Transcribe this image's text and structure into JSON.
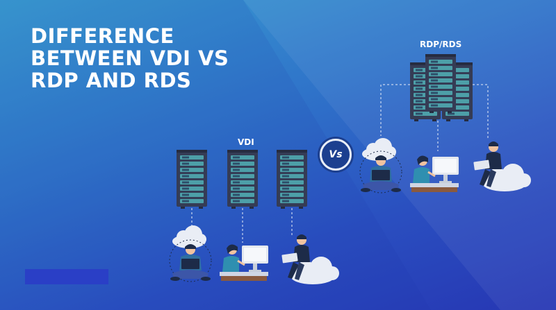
{
  "title": {
    "lines": [
      "DIFFERENCE",
      "BETWEEN VDI VS",
      "RDP AND RDS"
    ]
  },
  "labels": {
    "vdi": "VDI",
    "rdp_rds": "RDP/RDS",
    "versus": "Vs"
  },
  "colors": {
    "background_top": "#3a9fd2",
    "background_bottom": "#2636b3",
    "server_body": "#353c55",
    "server_slot": "#4d9fa8",
    "badge": "#1c3f8f",
    "person_shirt": "#2f6fa0",
    "person_dark": "#1d2b48",
    "cloud": "#e9edf5"
  },
  "icons": [
    "server-rack-icon",
    "cloud-icon",
    "laptop-icon",
    "desktop-monitor-icon",
    "person-icon"
  ]
}
